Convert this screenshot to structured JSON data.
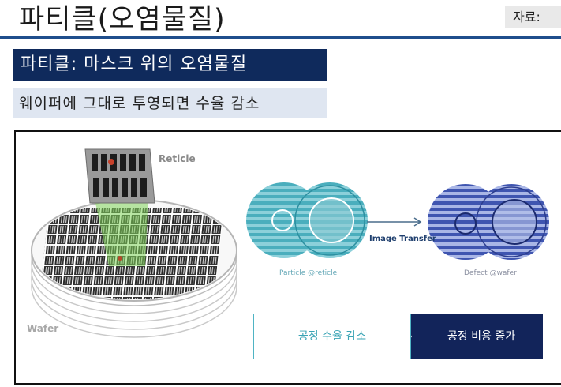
{
  "slide": {
    "title": "파티클(오염물질)",
    "source_label": "자료:",
    "subtitle": "파티클: 마스크 위의 오염물질",
    "description": "웨이퍼에 그대로 투영되면 수율 감소"
  },
  "figure": {
    "reticle_label": "Reticle",
    "wafer_label": "Wafer",
    "image_transfer_label": "Image Transfer",
    "particle_caption": "Particle @reticle",
    "defect_caption": "Defect @wafer",
    "flow_left": "공정 수율 감소",
    "flow_right": "공정 비용 증가"
  },
  "colors": {
    "title_rule": "#1f4e8c",
    "subtitle_bg": "#0f2a5c",
    "description_bg": "#dfe6f1",
    "particle_teal": "#4fb4c4",
    "defect_blue": "#3f55b0",
    "flow_dark": "#12245a"
  }
}
